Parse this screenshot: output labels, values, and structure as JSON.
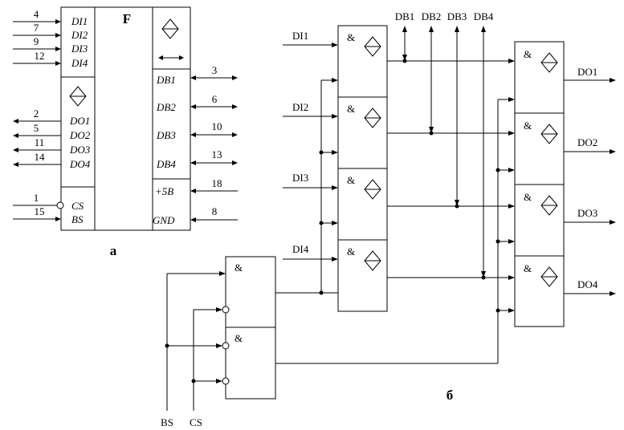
{
  "panel_a": {
    "caption": "а",
    "title": "F",
    "in_pins": [
      {
        "num": "4",
        "name": "DI1"
      },
      {
        "num": "7",
        "name": "DI2"
      },
      {
        "num": "9",
        "name": "DI3"
      },
      {
        "num": "12",
        "name": "DI4"
      }
    ],
    "out_pins": [
      {
        "num": "2",
        "name": "DO1"
      },
      {
        "num": "5",
        "name": "DO2"
      },
      {
        "num": "11",
        "name": "DO3"
      },
      {
        "num": "14",
        "name": "DO4"
      }
    ],
    "ctrl_pins": [
      {
        "num": "1",
        "name": "CS"
      },
      {
        "num": "15",
        "name": "BS"
      }
    ],
    "bus_pins": [
      {
        "num": "3",
        "name": "DB1"
      },
      {
        "num": "6",
        "name": "DB2"
      },
      {
        "num": "10",
        "name": "DB3"
      },
      {
        "num": "13",
        "name": "DB4"
      }
    ],
    "power_pins": [
      {
        "num": "18",
        "name": "+5В"
      },
      {
        "num": "8",
        "name": "GND"
      }
    ]
  },
  "panel_b": {
    "caption": "б",
    "gate_symbol": "&",
    "inputs": [
      "DI1",
      "DI2",
      "DI3",
      "DI4"
    ],
    "bus": [
      "DB1",
      "DB2",
      "DB3",
      "DB4"
    ],
    "outputs": [
      "DO1",
      "DO2",
      "DO3",
      "DO4"
    ],
    "control": [
      "BS",
      "CS"
    ]
  }
}
